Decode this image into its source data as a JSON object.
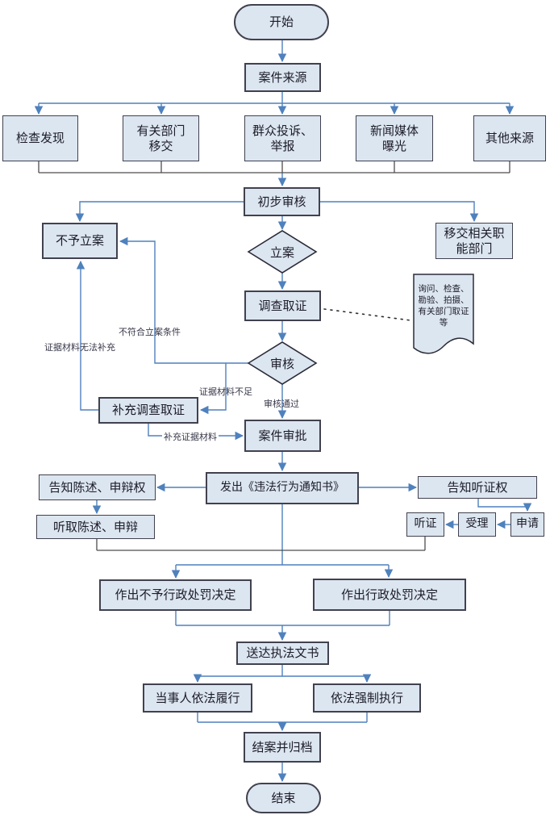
{
  "colors": {
    "box_fill": "#dce6f1",
    "box_border": "#41414f",
    "arrow_blue": "#4f81bd",
    "merge_line_gray": "#4d4d4d",
    "text": "#1c1c28"
  },
  "nodes": {
    "start": "开始",
    "case_source": "案件来源",
    "src_inspection": "检查发现",
    "src_dept_transfer": "有关部门\n移交",
    "src_complaint": "群众投诉、\n举报",
    "src_media": "新闻媒体\n曝光",
    "src_other": "其他来源",
    "preliminary_review": "初步审核",
    "no_filing": "不予立案",
    "transfer_dept": "移交相关职\n能部门",
    "filing_decision": "立案",
    "investigation": "调查取证",
    "evidence_note": "询问、检查、\n勘验、拍摄、\n有关部门取证\n等",
    "review_decision": "审核",
    "supplement_investigation": "补充调查取证",
    "case_approval": "案件审批",
    "issue_notice": "发出《违法行为通知书》",
    "inform_statement_right": "告知陈述、申辩权",
    "hear_statement": "听取陈述、申辩",
    "inform_hearing_right": "告知听证权",
    "apply": "申请",
    "accept": "受理",
    "hearing": "听证",
    "decision_no_penalty": "作出不予行政处罚决定",
    "decision_penalty": "作出行政处罚决定",
    "deliver_documents": "送达执法文书",
    "party_comply": "当事人依法履行",
    "enforce": "依法强制执行",
    "close_archive": "结案并归档",
    "end": "结束"
  },
  "edge_labels": {
    "not_meet_filing": "不符合立案条件",
    "evidence_cannot_supplement": "证据材料无法补充",
    "insufficient_evidence": "证据材料不足",
    "review_passed": "审核通过",
    "supplement_evidence": "补充证据材料"
  }
}
